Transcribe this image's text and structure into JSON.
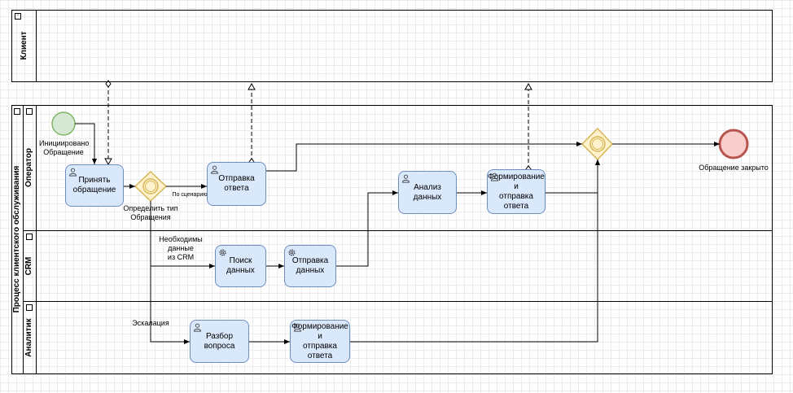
{
  "pools": {
    "client": {
      "label": "Клиент"
    },
    "process": {
      "label": "Процесс клиентского обслуживания",
      "lanes": {
        "operator": "Оператор",
        "crm": "CRM",
        "analyst": "Аналитик"
      }
    }
  },
  "events": {
    "start": "Инициировано\nОбращение",
    "end": "Обращение закрыто"
  },
  "tasks": {
    "accept": "Принять\nобращение",
    "send_answer": "Отправка ответа",
    "analyze": "Анализ данных",
    "form_send_op": "Формирование и\nотправка ответа",
    "search": "Поиск данных",
    "send_data": "Отправка\nданных",
    "review": "Разбор вопроса",
    "form_send_an": "Формирование и\nотправка ответа"
  },
  "gateway": {
    "decide": "Определить тип\nОбращения"
  },
  "flow_labels": {
    "by_scenario": "По сценарию",
    "crm_needed": "Необходимы данные\nиз CRM",
    "escalation": "Эскалация"
  },
  "colors": {
    "task_fill": "#dae8fc",
    "task_stroke": "#6c8ebf",
    "start_fill": "#d5e8d4",
    "start_stroke": "#82b366",
    "end_fill": "#f8cecc",
    "end_stroke": "#b85450",
    "gateway_fill": "#fff2cc",
    "gateway_stroke": "#d6b656"
  },
  "icons": {
    "user_task": "user-icon",
    "service_task": "gear-icon"
  }
}
